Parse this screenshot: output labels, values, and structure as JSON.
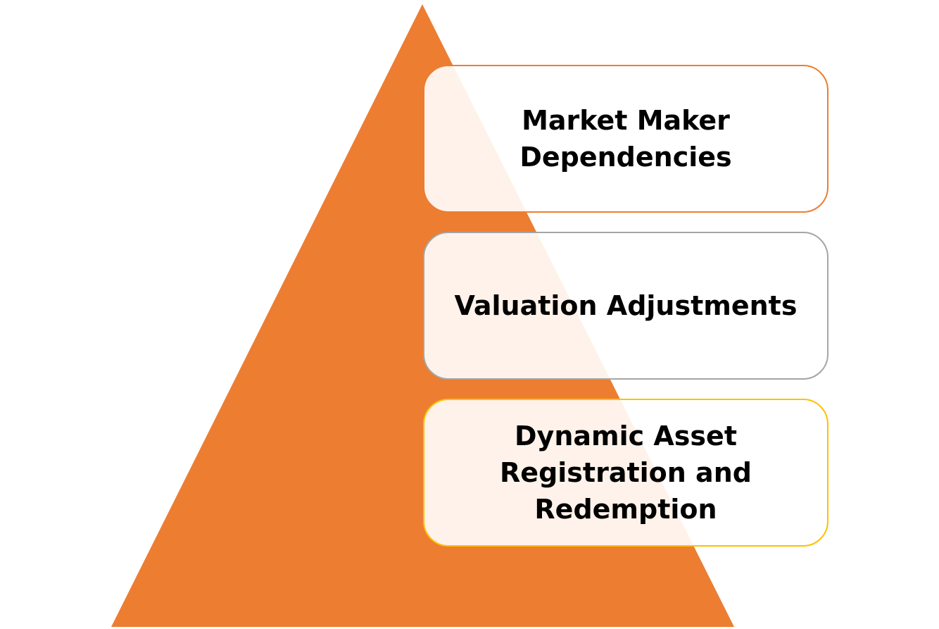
{
  "diagram": {
    "colors": {
      "pyramid": "#ED7D31",
      "box_fill": "#FFFFFF",
      "box1_border": "#ED7D31",
      "box2_border": "#A5A5A5",
      "box3_border": "#FFC000",
      "text": "#000000"
    },
    "levels": [
      {
        "label": "Market Maker\nDependencies"
      },
      {
        "label": "Valuation Adjustments"
      },
      {
        "label": "Dynamic Asset\nRegistration and\nRedemption"
      }
    ]
  }
}
